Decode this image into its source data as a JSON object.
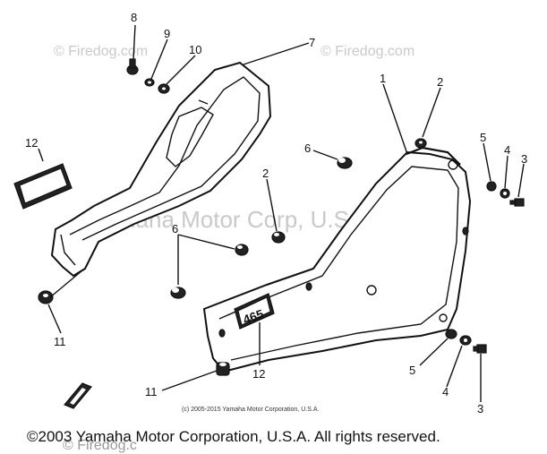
{
  "watermarks": {
    "firedog_left": "© Firedog.com",
    "firedog_right": "© Firedog.com",
    "center": "Yamaha Motor Corp, U.S.A.",
    "bottom": "© Firedog.c"
  },
  "callouts": {
    "c1": "1",
    "c2a": "2",
    "c2b": "2",
    "c3a": "3",
    "c3b": "3",
    "c4a": "4",
    "c4b": "4",
    "c5a": "5",
    "c5b": "5",
    "c6a": "6",
    "c6b": "6",
    "c7": "7",
    "c8": "8",
    "c9": "9",
    "c10": "10",
    "c11a": "11",
    "c11b": "11",
    "c12a": "12",
    "c12b": "12"
  },
  "decal_text": "465",
  "credit_small": "(c) 2005-2015 Yamaha Motor Corporation, U.S.A.",
  "copyright": "©2003 Yamaha Motor Corporation, U.S.A. All rights reserved."
}
